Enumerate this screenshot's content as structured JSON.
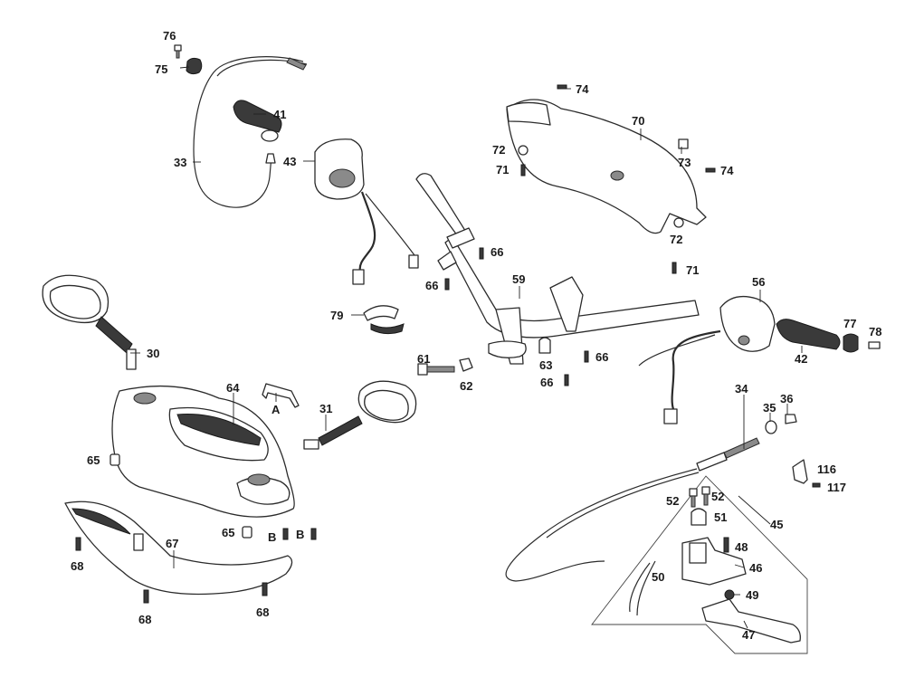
{
  "colors": {
    "line": "#2b2b2b",
    "dark_fill": "#3a3a3a",
    "label": "#1b1b1b",
    "background": "#ffffff"
  },
  "labels": {
    "p76": "76",
    "p75": "75",
    "p33": "33",
    "p41": "41",
    "p43": "43",
    "p79": "79",
    "p30": "30",
    "p64": "64",
    "pA": "A",
    "p31": "31",
    "p65a": "65",
    "p65b": "65",
    "pBa": "B",
    "pBb": "B",
    "p67": "67",
    "p68a": "68",
    "p68b": "68",
    "p68c": "68",
    "p74a": "74",
    "p74b": "74",
    "p70": "70",
    "p72a": "72",
    "p72b": "72",
    "p71a": "71",
    "p71b": "71",
    "p73": "73",
    "p66a": "66",
    "p66b": "66",
    "p66c": "66",
    "p66d": "66",
    "p59": "59",
    "p61": "61",
    "p62": "62",
    "p63": "63",
    "p56": "56",
    "p77": "77",
    "p78": "78",
    "p42": "42",
    "p34": "34",
    "p35": "35",
    "p36": "36",
    "p116": "116",
    "p117": "117",
    "p52a": "52",
    "p52b": "52",
    "p51": "51",
    "p45": "45",
    "p48": "48",
    "p46": "46",
    "p50": "50",
    "p49": "49",
    "p47": "47"
  }
}
